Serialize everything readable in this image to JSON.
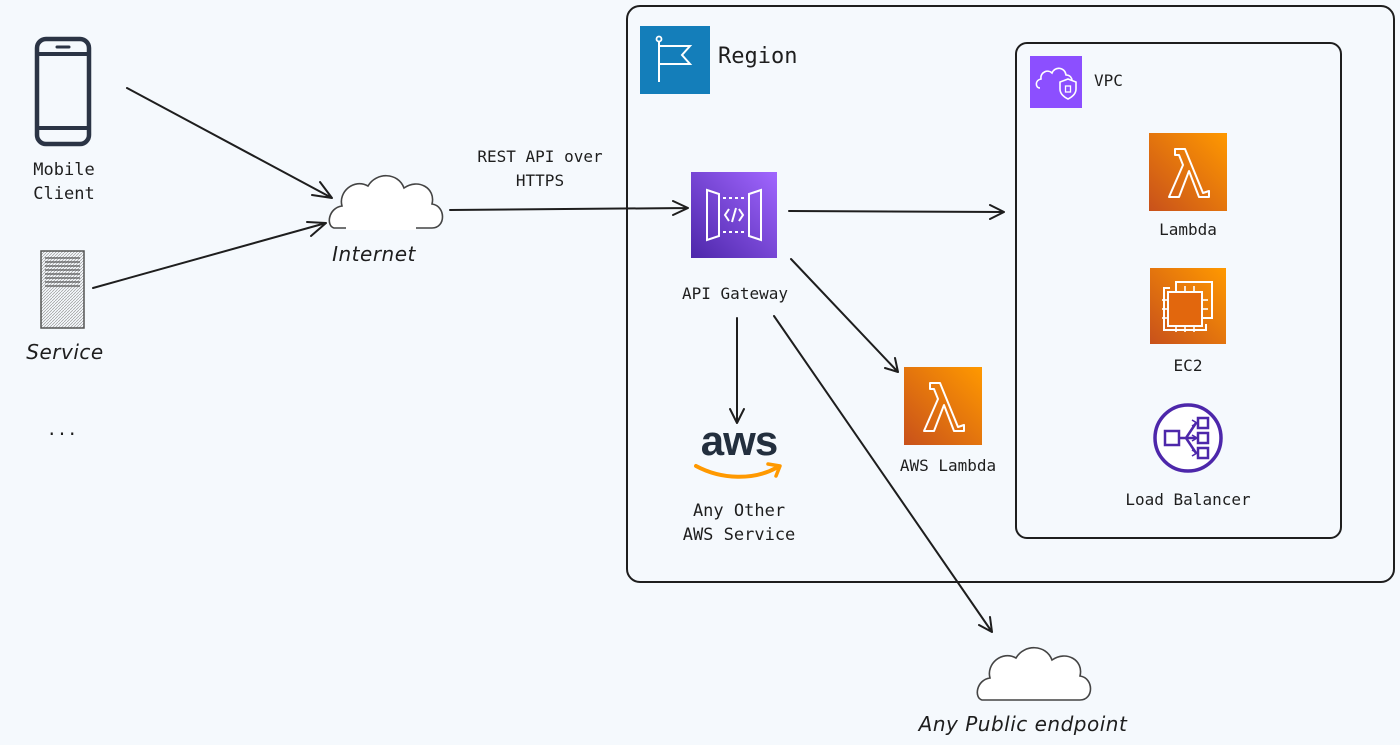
{
  "clients": {
    "mobile_label": "Mobile\nClient",
    "service_label": "Service",
    "more_label": "..."
  },
  "internet": {
    "label": "Internet"
  },
  "edge_label": "REST API over\nHTTPS",
  "region": {
    "title": "Region",
    "api_gateway_label": "API Gateway",
    "aws_lambda_label": "AWS Lambda",
    "aws_logo_text": "aws",
    "other_service_label": "Any Other\nAWS Service"
  },
  "vpc": {
    "title": "VPC",
    "lambda_label": "Lambda",
    "ec2_label": "EC2",
    "lb_label": "Load Balancer"
  },
  "public_endpoint": {
    "label": "Any Public endpoint"
  },
  "colors": {
    "region_blue": "#147eba",
    "vpc_purple": "#8c4fff",
    "compute_orange": "#ed7100",
    "apigw_purple": "#8c4fff",
    "lb_purple": "#4d27aa",
    "aws_orange": "#ff9900",
    "aws_navy": "#232f3e"
  },
  "icons": [
    "mobile-phone-icon",
    "server-icon",
    "cloud-icon",
    "region-flag-icon",
    "vpc-cloud-shield-icon",
    "api-gateway-icon",
    "lambda-icon",
    "ec2-chip-icon",
    "load-balancer-icon",
    "aws-logo-icon"
  ]
}
